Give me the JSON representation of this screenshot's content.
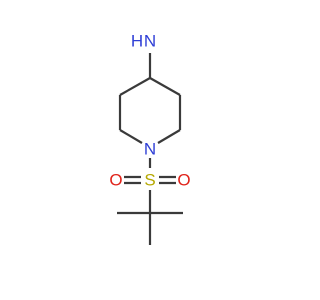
{
  "molecule": {
    "atoms": {
      "amine": {
        "symbol": "N",
        "hydrogens": "H",
        "color": "#2f3fd6"
      },
      "ring_nitrogen": {
        "symbol": "N",
        "color": "#2f3fd6"
      },
      "sulfur": {
        "symbol": "S",
        "color": "#b5a800"
      },
      "oxygen_left": {
        "symbol": "O",
        "color": "#e0241b"
      },
      "oxygen_right": {
        "symbol": "O",
        "color": "#e0241b"
      }
    },
    "colors": {
      "bond": "#3a3a3a",
      "background": "#ffffff"
    }
  }
}
